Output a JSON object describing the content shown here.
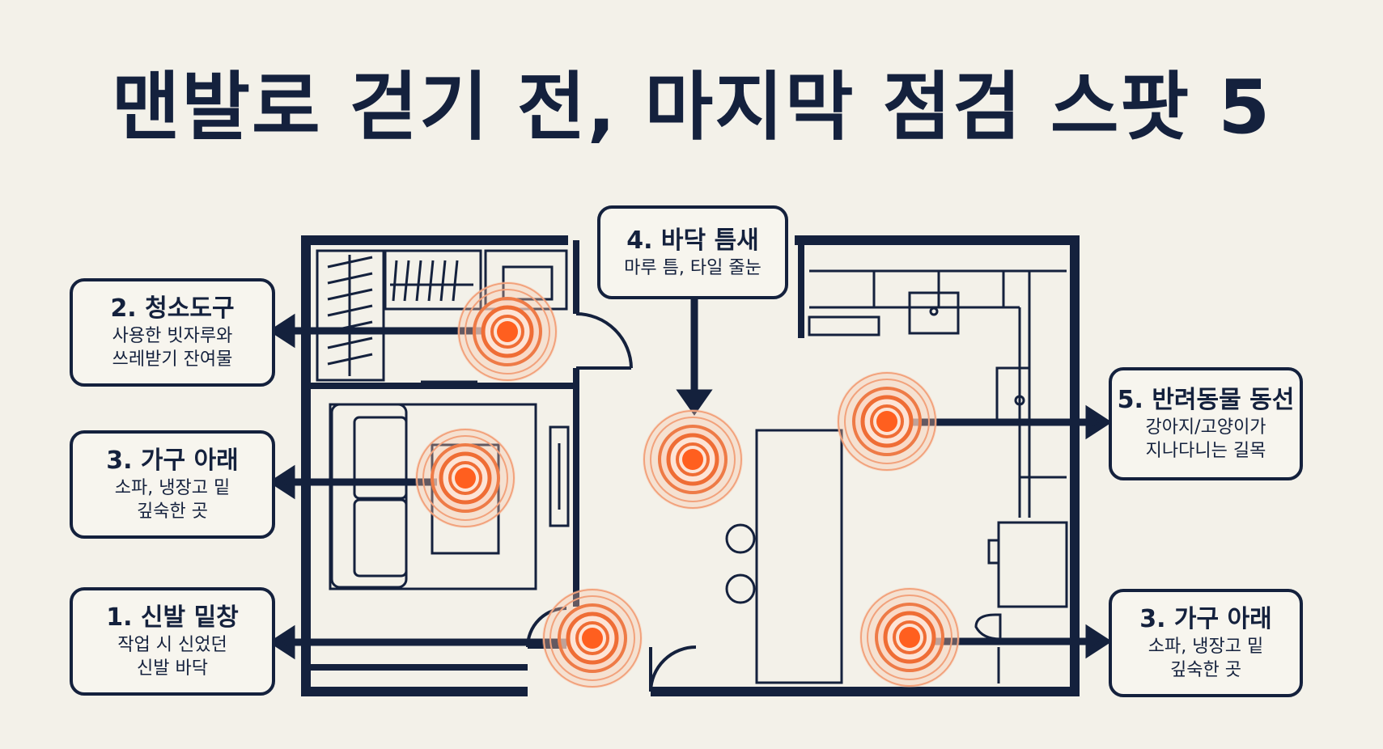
{
  "title": "맨발로 걷기 전, 마지막 점검 스팟 5",
  "colors": {
    "background": "#f3f1e9",
    "navy": "#14213d",
    "hotspot": "#ff6a2b",
    "hotspot_ring": "#f08a5d"
  },
  "callouts": {
    "spot4": {
      "title": "4. 바닥 틈새",
      "desc1": "마루 틈, 타일 줄눈",
      "desc2": ""
    },
    "spot2": {
      "title": "2. 청소도구",
      "desc1": "사용한 빗자루와",
      "desc2": "쓰레받기 잔여물"
    },
    "spot3_left": {
      "title": "3. 가구 아래",
      "desc1": "소파, 냉장고 밑",
      "desc2": "깊숙한 곳"
    },
    "spot1": {
      "title": "1. 신발 밑창",
      "desc1": "작업 시 신었던",
      "desc2": "신발 바닥"
    },
    "spot5": {
      "title": "5. 반려동물 동선",
      "desc1": "강아지/고양이가",
      "desc2": "지나다니는 길목"
    },
    "spot3_right": {
      "title": "3. 가구 아래",
      "desc1": "소파, 냉장고 밑",
      "desc2": "깊숙한 곳"
    }
  },
  "icons": [
    "hotspot-target-icon",
    "arrow-left-icon",
    "arrow-right-icon",
    "arrow-down-icon"
  ]
}
